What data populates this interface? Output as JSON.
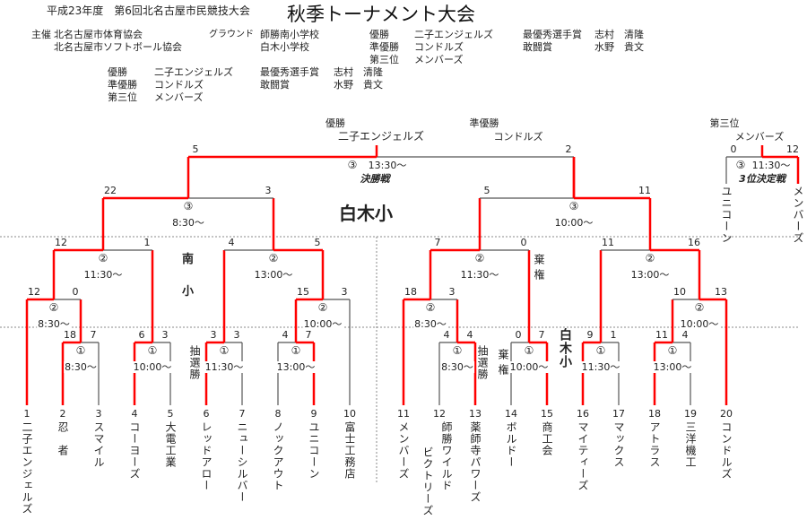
{
  "header": {
    "subtitle": "平成23年度　第6回北名古屋市民競技大会",
    "title": "秋季トーナメント大会",
    "organizer_label": "主催",
    "organizers": [
      "北名古屋市体育協会",
      "北名古屋市ソフトボール協会"
    ],
    "ground_label": "グラウンド",
    "grounds": [
      "師勝南小学校",
      "白木小学校"
    ]
  },
  "results_top": [
    {
      "label": "優勝",
      "team": "二子エンジェルズ"
    },
    {
      "label": "準優勝",
      "team": "コンドルズ"
    },
    {
      "label": "第三位",
      "team": "メンバーズ"
    }
  ],
  "awards_top": [
    {
      "label": "最優秀選手賞",
      "name": "志村　清隆"
    },
    {
      "label": "敢闘賞",
      "name": "水野　貴文"
    }
  ],
  "results_block": [
    {
      "label": "優勝",
      "team": "二子エンジェルズ"
    },
    {
      "label": "準優勝",
      "team": "コンドルズ"
    },
    {
      "label": "第三位",
      "team": "メンバーズ"
    }
  ],
  "awards_block": [
    {
      "label": "最優秀選手賞",
      "name": "志村　清隆"
    },
    {
      "label": "敢闘賞",
      "name": "水野　貴文"
    }
  ],
  "podium": {
    "champion_label": "優勝",
    "champion": "二子エンジェルズ",
    "runner_up_label": "準優勝",
    "runner_up": "コンドルズ",
    "third_label": "第三位",
    "third": "メンバーズ"
  },
  "venues": {
    "shiraki": "白木小",
    "minami_1": "南",
    "minami_2": "小",
    "shiraki_vertical": "白木小"
  },
  "notes": {
    "lottery_1": "抽選勝",
    "lottery_2": "抽選勝",
    "forfeit_1": "棄権",
    "forfeit_2": "棄権"
  },
  "colors": {
    "win_line": "#ff0000",
    "line": "#555555",
    "dotted": "#888888"
  },
  "teams": [
    {
      "num": "1",
      "name": "二子エンジェルズ"
    },
    {
      "num": "2",
      "name": "忍　者"
    },
    {
      "num": "3",
      "name": "スマイル"
    },
    {
      "num": "4",
      "name": "コーヨーズ"
    },
    {
      "num": "5",
      "name": "大電工業"
    },
    {
      "num": "6",
      "name": "レッドアロー"
    },
    {
      "num": "7",
      "name": "ニューシルバー"
    },
    {
      "num": "8",
      "name": "ノックアウト"
    },
    {
      "num": "9",
      "name": "ユニコーン"
    },
    {
      "num": "10",
      "name": "富士工務店"
    },
    {
      "num": "11",
      "name": "メンバーズ"
    },
    {
      "num": "12",
      "name": "師勝ワイルド",
      "extra": "ビクトリーズ"
    },
    {
      "num": "13",
      "name": "薬師寺パワーズ"
    },
    {
      "num": "14",
      "name": "ボルドー"
    },
    {
      "num": "15",
      "name": "商工会"
    },
    {
      "num": "16",
      "name": "マイティーズ"
    },
    {
      "num": "17",
      "name": "マックス"
    },
    {
      "num": "18",
      "name": "アトラス"
    },
    {
      "num": "19",
      "name": "三洋機工"
    },
    {
      "num": "20",
      "name": "コンドルズ"
    }
  ],
  "matches": [
    {
      "round": "①",
      "time": "8:30〜",
      "scores": [
        "18",
        "7"
      ],
      "winner": "left"
    },
    {
      "round": "①",
      "time": "10:00〜",
      "scores": [
        "6",
        "3"
      ],
      "winner": "left"
    },
    {
      "round": "①",
      "time": "11:30〜",
      "scores": [
        "3",
        "3"
      ],
      "winner": "left"
    },
    {
      "round": "①",
      "time": "13:00〜",
      "scores": [
        "4",
        "7"
      ],
      "winner": "right"
    },
    {
      "round": "①",
      "time": "8:30〜",
      "scores": [
        "4",
        "4"
      ],
      "winner": "right"
    },
    {
      "round": "①",
      "time": "10:00〜",
      "scores": [
        "0",
        "7"
      ],
      "winner": "right"
    },
    {
      "round": "①",
      "time": "11:30〜",
      "scores": [
        "9",
        "1"
      ],
      "winner": "left"
    },
    {
      "round": "①",
      "time": "13:00〜",
      "scores": [
        "11",
        "4"
      ],
      "winner": "left"
    },
    {
      "round": "②",
      "time": "8:30〜",
      "scores": [
        "12",
        "0"
      ],
      "winner": "left"
    },
    {
      "round": "②",
      "time": "10:00〜",
      "scores": [
        "15",
        "3"
      ],
      "winner": "left"
    },
    {
      "round": "②",
      "time": "8:30〜",
      "scores": [
        "18",
        "3"
      ],
      "winner": "left"
    },
    {
      "round": "②",
      "time": "10:00〜",
      "scores": [
        "10",
        "13"
      ],
      "winner": "right"
    },
    {
      "round": "②",
      "time": "11:30〜",
      "scores": [
        "12",
        "1"
      ],
      "winner": "left"
    },
    {
      "round": "②",
      "time": "13:00〜",
      "scores": [
        "4",
        "5"
      ],
      "winner": "right"
    },
    {
      "round": "②",
      "time": "11:30〜",
      "scores": [
        "7",
        "0"
      ],
      "winner": "left"
    },
    {
      "round": "②",
      "time": "13:00〜",
      "scores": [
        "11",
        "16"
      ],
      "winner": "right"
    },
    {
      "round": "③",
      "time": "8:30〜",
      "scores": [
        "22",
        "3"
      ],
      "winner": "left"
    },
    {
      "round": "③",
      "time": "10:00〜",
      "scores": [
        "5",
        "11"
      ],
      "winner": "right"
    },
    {
      "round": "③",
      "time": "13:30〜",
      "scores": [
        "5",
        "2"
      ],
      "winner": "left",
      "caption": "決勝戦"
    },
    {
      "round": "③",
      "time": "11:30〜",
      "scores": [
        "0",
        "12"
      ],
      "winner": "right",
      "caption": "3位決定戦"
    }
  ],
  "third_place_teams": [
    "ユニコーン",
    "メンバーズ"
  ]
}
